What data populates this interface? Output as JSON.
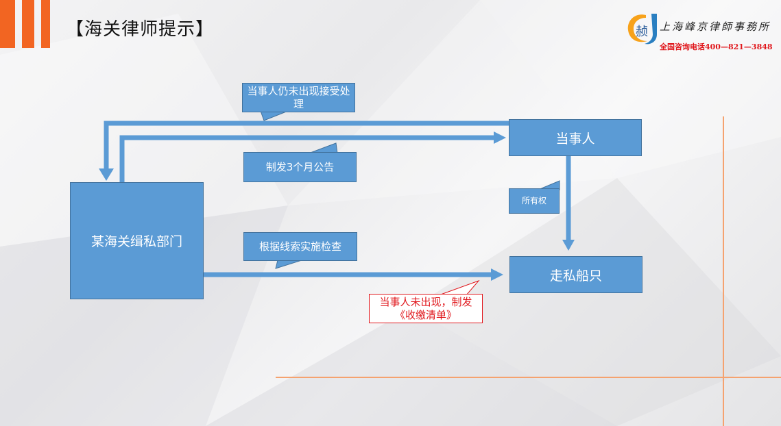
{
  "header": {
    "title": "【海关律师提示】"
  },
  "logo": {
    "mark": "赪",
    "name": "上海峰京律師事務所",
    "phone": "全国咨询电话400—821—3848"
  },
  "diagram": {
    "nodes": {
      "customs_dept": "某海关缉私部门",
      "party": "当事人",
      "smuggling_vessel": "走私船只"
    },
    "callouts": {
      "party_not_appear": "当事人仍未出现接受处理",
      "notice": "制发3个月公告",
      "ownership": "所有权",
      "inspection": "根据线索实施检查",
      "confiscation": "当事人未出现，制发《收缴清单》"
    }
  },
  "colors": {
    "accent_orange": "#f26522",
    "box_blue": "#5b9bd5",
    "box_border": "#41719c",
    "warning_red": "#e0161b"
  }
}
